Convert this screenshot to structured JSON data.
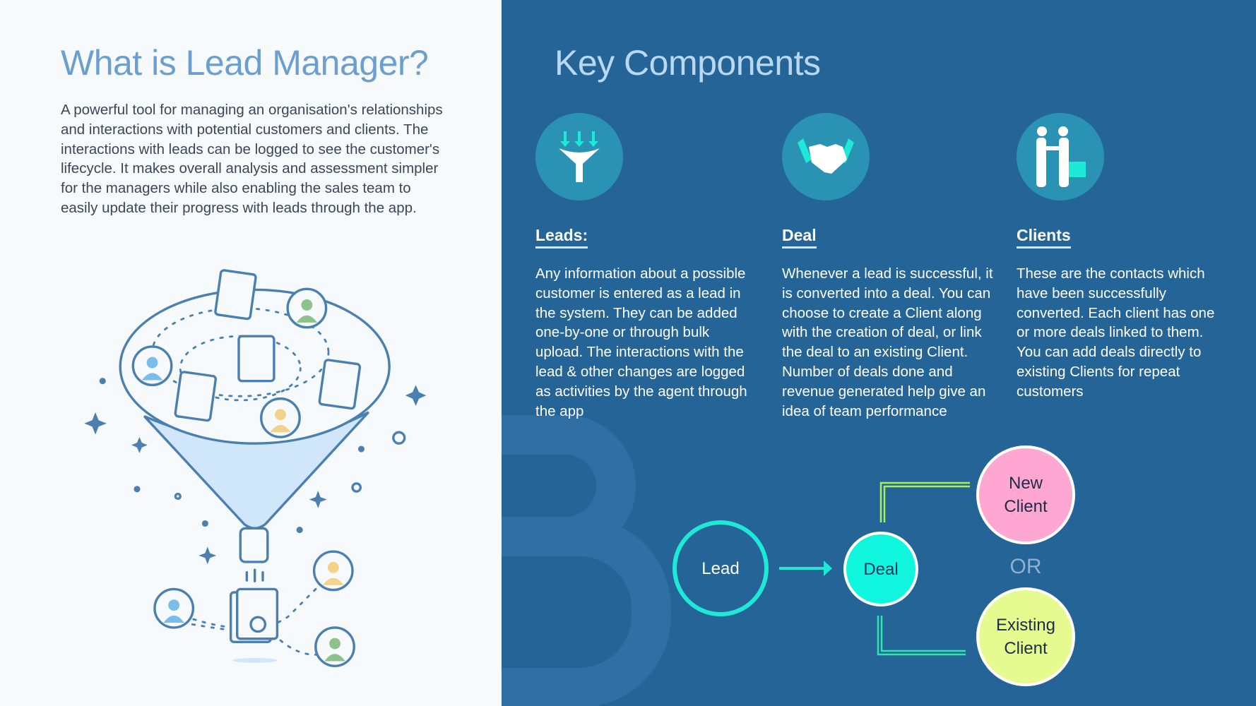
{
  "left": {
    "title": "What is Lead Manager?",
    "description": "A powerful tool for managing an organisation's relationships and interactions with potential customers and clients. The interactions with leads can be logged to see the customer's lifecycle. It makes overall analysis and assessment simpler for the managers while also enabling the sales team to easily update their progress with leads through the app.",
    "illustration_icon": "sales-funnel-illustration"
  },
  "right": {
    "title": "Key Components",
    "components": [
      {
        "icon": "funnel-icon",
        "heading": "Leads:",
        "body": "Any information about a possible customer is entered as a lead in the system. They can be added one-by-one or through bulk upload. The interactions  with the lead & other changes are logged as activities by the agent through the app"
      },
      {
        "icon": "handshake-icon",
        "heading": "Deal",
        "body": "Whenever a lead is successful, it is converted into a deal. You can choose to create a Client along with the creation of deal, or link the deal to an existing Client. Number of deals done and revenue generated help give an idea of team performance"
      },
      {
        "icon": "people-handshake-icon",
        "heading": "Clients",
        "body": "These are the contacts which have been successfully converted. Each client has one or more deals linked to them. You can add deals directly to existing Clients for repeat customers"
      }
    ],
    "flow": {
      "lead": "Lead",
      "deal": "Deal",
      "new_client": "New Client",
      "or": "OR",
      "existing_client": "Existing Client"
    }
  },
  "colors": {
    "left_bg": "#f7fafd",
    "right_bg": "#256496",
    "accent_cyan": "#1de9d6",
    "pink": "#ffa6d3",
    "lime": "#e6fb8f"
  }
}
